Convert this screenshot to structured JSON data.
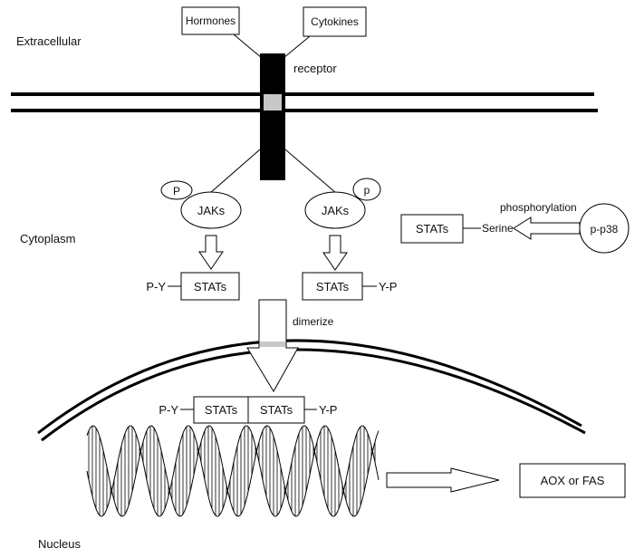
{
  "regions": {
    "extracellular": "Extracellular",
    "cytoplasm": "Cytoplasm",
    "nucleus": "Nucleus"
  },
  "ligands": {
    "hormones": "Hormones",
    "cytokines": "Cytokines"
  },
  "receptor_label": "receptor",
  "jak_left": {
    "label": "JAKs",
    "p": "P"
  },
  "jak_right": {
    "label": "JAKs",
    "p": "p"
  },
  "stat_left": {
    "label": "STATs",
    "mod": "P-Y"
  },
  "stat_right": {
    "label": "STATs",
    "mod": "Y-P"
  },
  "side_pathway": {
    "stat": "STATs",
    "serine": "Serine",
    "arrow_label": "phosphorylation",
    "kinase": "p-p38"
  },
  "dimerize_label": "dimerize",
  "dimer": {
    "left_mod": "P-Y",
    "left": "STATs",
    "right": "STATs",
    "right_mod": "Y-P"
  },
  "output_box": "AOX or FAS",
  "colors": {
    "line": "#000000",
    "receptor": "#000000",
    "receptor_gap": "#c8c8c8",
    "background": "#ffffff"
  }
}
